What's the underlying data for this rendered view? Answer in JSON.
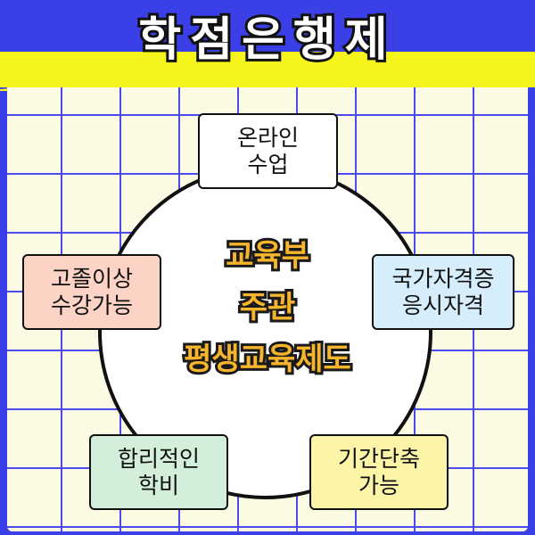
{
  "title": "학점은행제",
  "center": {
    "line1": "교육부",
    "line2": "주관",
    "line3": "평생교육제도"
  },
  "features": {
    "top": {
      "line1": "온라인",
      "line2": "수업"
    },
    "left": {
      "line1": "고졸이상",
      "line2": "수강가능"
    },
    "right": {
      "line1": "국가자격증",
      "line2": "응시자격"
    },
    "bottom_left": {
      "line1": "합리적인",
      "line2": "학비"
    },
    "bottom_right": {
      "line1": "기간단축",
      "line2": "가능"
    }
  },
  "colors": {
    "background_blue": "#3b3fe8",
    "band_yellow": "#f6f51b",
    "paper": "#fbfbe4",
    "center_text": "#f7b52b",
    "box_left": "#fcd3c4",
    "box_right": "#d6eefb",
    "box_bottom_left": "#d4efd9",
    "box_bottom_right": "#fcf5a8",
    "box_top": "#ffffff"
  }
}
